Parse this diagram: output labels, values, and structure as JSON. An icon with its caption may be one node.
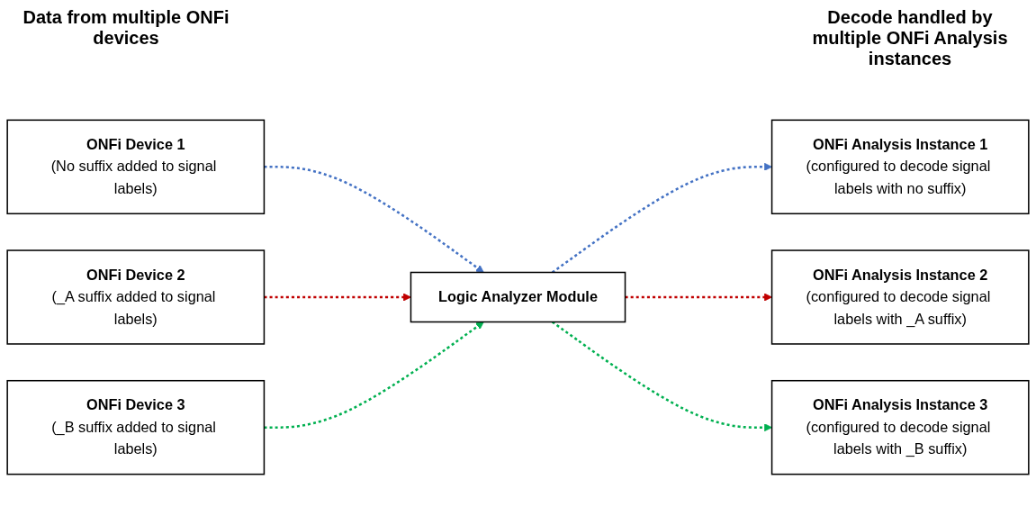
{
  "diagram": {
    "nodes": [
      {
        "text": [
          "ONFi Device 1",
          "(No suffix added to signal labels)"
        ]
      },
      {
        "text": [
          "ONFi Device 2",
          "(_A suffix added to signal labels)"
        ]
      },
      {
        "text": [
          "ONFi Device 3",
          "(_B suffix added to signal labels)"
        ]
      },
      {
        "text": [
          "Logic Analyzer Module"
        ]
      },
      {
        "text": [
          "ONFi Analysis Instance 1",
          "(configured to decode signal labels with no suffix)"
        ]
      },
      {
        "text": [
          "ONFi Analysis Instance 2",
          "(configured to decode signal labels with _A suffix)"
        ]
      },
      {
        "text": [
          "ONFi Analysis Instance 3",
          "(configured to decode signal labels with _B suffix)"
        ]
      }
    ],
    "edges": [
      {
        "from": 0,
        "to": 3,
        "arrow": "to",
        "style": "dashed",
        "color": "#4472c4"
      },
      {
        "from": 1,
        "to": 3,
        "arrow": "to",
        "style": "dashed",
        "color": "#c00000"
      },
      {
        "from": 2,
        "to": 3,
        "arrow": "to",
        "style": "dashed",
        "color": "#00b050"
      },
      {
        "from": 3,
        "to": 4,
        "arrow": "to",
        "style": "dashed",
        "color": "#4472c4"
      },
      {
        "from": 3,
        "to": 5,
        "arrow": "to",
        "style": "dashed",
        "color": "#c00000"
      },
      {
        "from": 3,
        "to": 6,
        "arrow": "to",
        "style": "dashed",
        "color": "#00b050"
      }
    ],
    "labels": [
      "Data from multiple ONFi devices",
      "Decode handled by multiple ONFi Analysis instances"
    ]
  }
}
